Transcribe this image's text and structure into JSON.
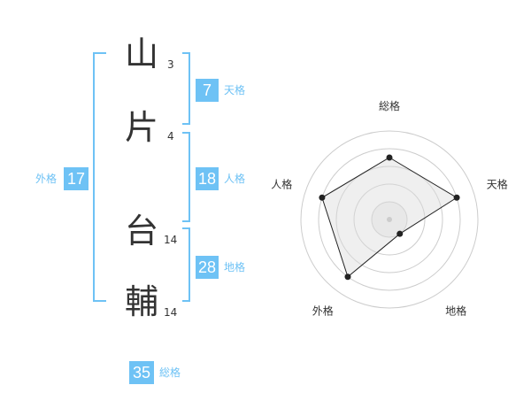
{
  "name": {
    "chars": [
      {
        "char": "山",
        "strokes": "3"
      },
      {
        "char": "片",
        "strokes": "4"
      },
      {
        "char": "台",
        "strokes": "14"
      },
      {
        "char": "輔",
        "strokes": "14"
      }
    ]
  },
  "fortunes": {
    "tenkaku": {
      "value": "7",
      "label": "天格"
    },
    "jinkaku": {
      "value": "18",
      "label": "人格"
    },
    "chikaku": {
      "value": "28",
      "label": "地格"
    },
    "gaikaku": {
      "value": "17",
      "label": "外格"
    },
    "soukaku": {
      "value": "35",
      "label": "総格"
    }
  },
  "colors": {
    "accent": "#6ec2f5",
    "text": "#333333",
    "grid": "#cccccc",
    "fill": "#eeeeee"
  },
  "chart_data": {
    "type": "radar",
    "axes": [
      "総格",
      "天格",
      "地格",
      "外格",
      "人格"
    ],
    "values": [
      3.5,
      4,
      1,
      4,
      4
    ],
    "max": 5,
    "rings": 5
  }
}
